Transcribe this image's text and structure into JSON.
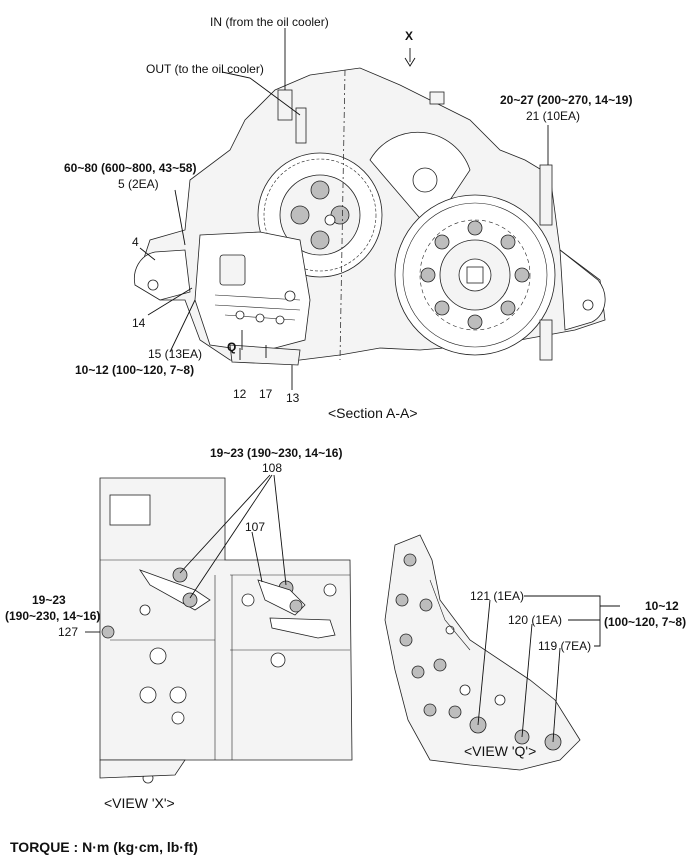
{
  "section_aa": {
    "in_label": "IN (from the oil cooler)",
    "out_label": "OUT (to the oil cooler)",
    "x_marker": "X",
    "torque_left": "60~80 (600~800, 43~58)",
    "qty_left": "5 (2EA)",
    "torque_right": "20~27 (200~270, 14~19)",
    "qty_right": "21 (10EA)",
    "part_4": "4",
    "part_14": "14",
    "qty_15": "15 (13EA)",
    "torque_bottom": "10~12 (100~120, 7~8)",
    "q_marker": "Q",
    "part_12": "12",
    "part_17": "17",
    "part_13": "13",
    "caption": "<Section A-A>"
  },
  "view_x": {
    "torque_top": "19~23 (190~230, 14~16)",
    "part_108": "108",
    "part_107": "107",
    "torque_left_line1": "19~23",
    "torque_left_line2": "(190~230, 14~16)",
    "part_127": "127",
    "caption": "<VIEW 'X'>"
  },
  "view_q": {
    "qty_121": "121 (1EA)",
    "qty_120": "120 (1EA)",
    "qty_119": "119 (7EA)",
    "torque_line1": "10~12",
    "torque_line2": "(100~120, 7~8)",
    "caption": "<VIEW 'Q'>"
  },
  "footer": {
    "torque_unit": "TORQUE : N·m (kg·cm, lb·ft)"
  }
}
